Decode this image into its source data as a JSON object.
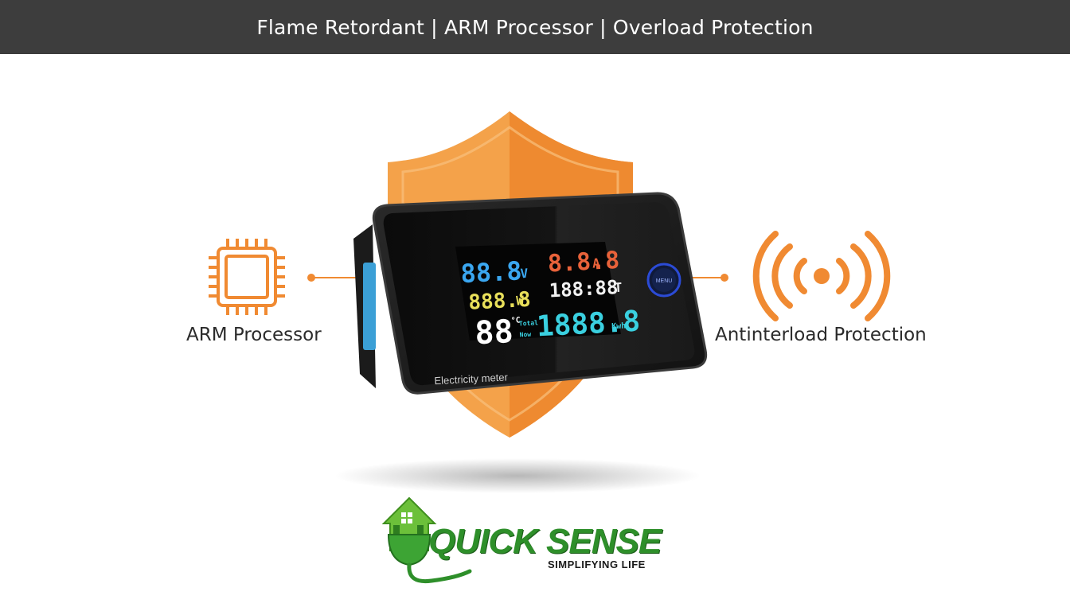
{
  "banner": {
    "text": "Flame Retordant | ARM Processor | Overload Protection"
  },
  "features": {
    "left_label": "ARM Processor",
    "right_label": "Antinterload Protection"
  },
  "meter": {
    "caption": "Electricity meter",
    "button_label": "MENU",
    "voltage": {
      "value": "88.8",
      "unit": "V"
    },
    "current": {
      "value": "8.8.8",
      "unit": "A"
    },
    "power": {
      "value": "888.8",
      "unit": "W"
    },
    "time": {
      "value": "188:88",
      "unit": "T"
    },
    "temperature": {
      "value": "88",
      "unit": "°C"
    },
    "energy": {
      "value": "1888.8",
      "unit": "Kwh"
    },
    "mode_labels": [
      "Total",
      "Now"
    ]
  },
  "logo": {
    "brand": "QUICK SENSE",
    "tagline": "SIMPLIFYING LIFE"
  },
  "colors": {
    "banner_bg": "#3d3d3d",
    "accent_orange": "#f08a32",
    "brand_green": "#2e8f2a"
  },
  "icons": [
    "cpu-chip-icon",
    "broadcast-signal-icon",
    "shield-icon",
    "house-plug-icon"
  ]
}
